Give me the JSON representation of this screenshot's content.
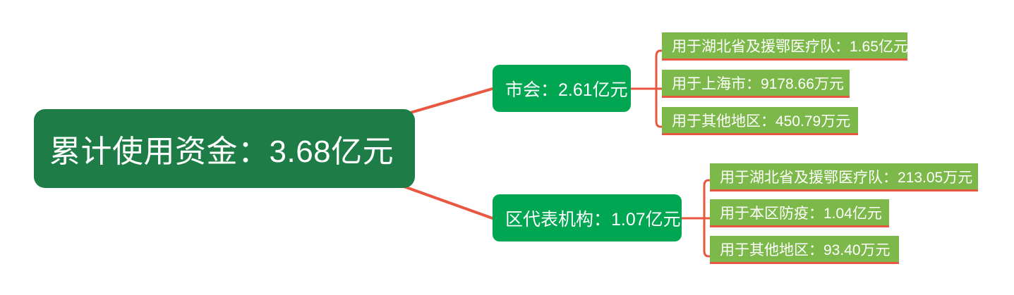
{
  "diagram": {
    "type": "mind-map",
    "colors": {
      "root_fill": "#1E7D46",
      "branch_fill": "#00A651",
      "leaf_fill": "#7DB84A",
      "connector": "#E8573F",
      "leaf_underline": "#E8573F",
      "node_text": "#FFFFFF",
      "background": "#FFFFFF"
    },
    "root": {
      "label": "累计使用资金：3.68亿元"
    },
    "branches": [
      {
        "label": "市会：2.61亿元",
        "children": [
          {
            "label": "用于湖北省及援鄂医疗队：1.65亿元"
          },
          {
            "label": "用于上海市：9178.66万元"
          },
          {
            "label": "用于其他地区：450.79万元"
          }
        ]
      },
      {
        "label": "区代表机构：1.07亿元",
        "children": [
          {
            "label": "用于湖北省及援鄂医疗队：213.05万元"
          },
          {
            "label": "用于本区防疫：1.04亿元"
          },
          {
            "label": "用于其他地区：93.40万元"
          }
        ]
      }
    ]
  }
}
